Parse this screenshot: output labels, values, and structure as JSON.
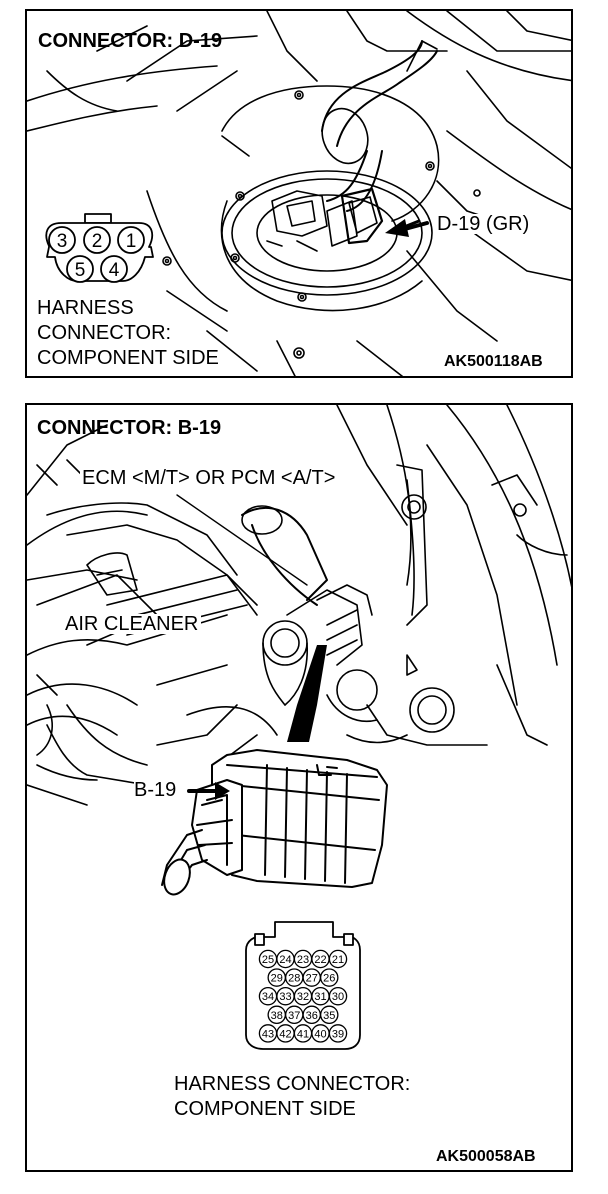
{
  "top_panel": {
    "title": "CONNECTOR: D-19",
    "callout": "D-19 (GR)",
    "side_label_lines": [
      "HARNESS",
      "CONNECTOR:",
      "COMPONENT SIDE"
    ],
    "figure_code": "AK500118AB",
    "pins": [
      "3",
      "2",
      "1",
      "5",
      "4"
    ]
  },
  "bottom_panel": {
    "title": "CONNECTOR: B-19",
    "ecm_label": "ECM <M/T> OR PCM <A/T>",
    "air_cleaner_label": "AIR CLEANER",
    "callout": "B-19",
    "side_label_lines": [
      "HARNESS CONNECTOR:",
      "COMPONENT SIDE"
    ],
    "figure_code": "AK500058AB",
    "pin_rows": [
      [
        "25",
        "24",
        "23",
        "22",
        "21"
      ],
      [
        "29",
        "28",
        "27",
        "26"
      ],
      [
        "34",
        "33",
        "32",
        "31",
        "30"
      ],
      [
        "38",
        "37",
        "36",
        "35"
      ],
      [
        "43",
        "42",
        "41",
        "40",
        "39"
      ]
    ]
  }
}
